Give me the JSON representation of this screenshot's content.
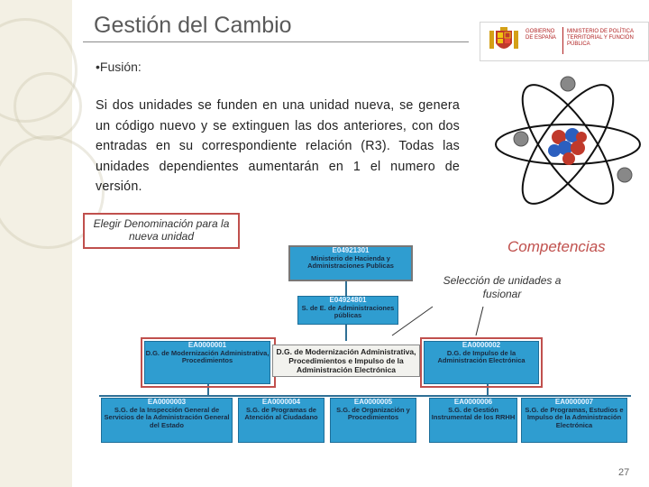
{
  "slide": {
    "title": "Gestión del Cambio",
    "bullet": "•Fusión:",
    "paragraph": "Si dos unidades se funden en una unidad nueva, se genera un código nuevo y se extinguen las dos anteriores, con dos entradas en su correspondiente relación (R3). Todas las unidades dependientes aumentarán en 1 el numero de versión.",
    "page_number": "27"
  },
  "logo": {
    "gobierno": "GOBIERNO DE ESPAÑA",
    "ministerio": "MINISTERIO DE POLÍTICA TERRITORIAL Y FUNCIÓN PÚBLICA"
  },
  "callouts": {
    "elegir": "Elegir Denominación para la nueva unidad",
    "competencias": "Competencias",
    "seleccion": "Selección de unidades a fusionar"
  },
  "org": {
    "root": {
      "code": "E04921301",
      "name": "Ministerio de Hacienda y Administraciones Publicas"
    },
    "level2": {
      "code": "E04924801",
      "name": "S. de E. de Administraciones públicas"
    },
    "left": {
      "code": "EA0000001",
      "name": "D.G. de Modernización Administrativa, Procedimientos"
    },
    "right": {
      "code": "EA0000002",
      "name": "D.G. de Impulso de la Administración Electrónica"
    },
    "merged": "D.G. de Modernización Administrativa, Procedimientos e Impulso de la Administración Electrónica",
    "children": [
      {
        "code": "EA0000003",
        "name": "S.G. de la Inspección General de Servicios de la Administración General del Estado"
      },
      {
        "code": "EA0000004",
        "name": "S.G. de Programas de Atención al Ciudadano"
      },
      {
        "code": "EA0000005",
        "name": "S.G. de Organización y Procedimientos"
      },
      {
        "code": "EA0000006",
        "name": "S.G. de Gestión Instrumental de los RRHH"
      },
      {
        "code": "EA0000007",
        "name": "S.G. de Programas, Estudios e Impulso de la Administración Electrónica"
      }
    ]
  }
}
